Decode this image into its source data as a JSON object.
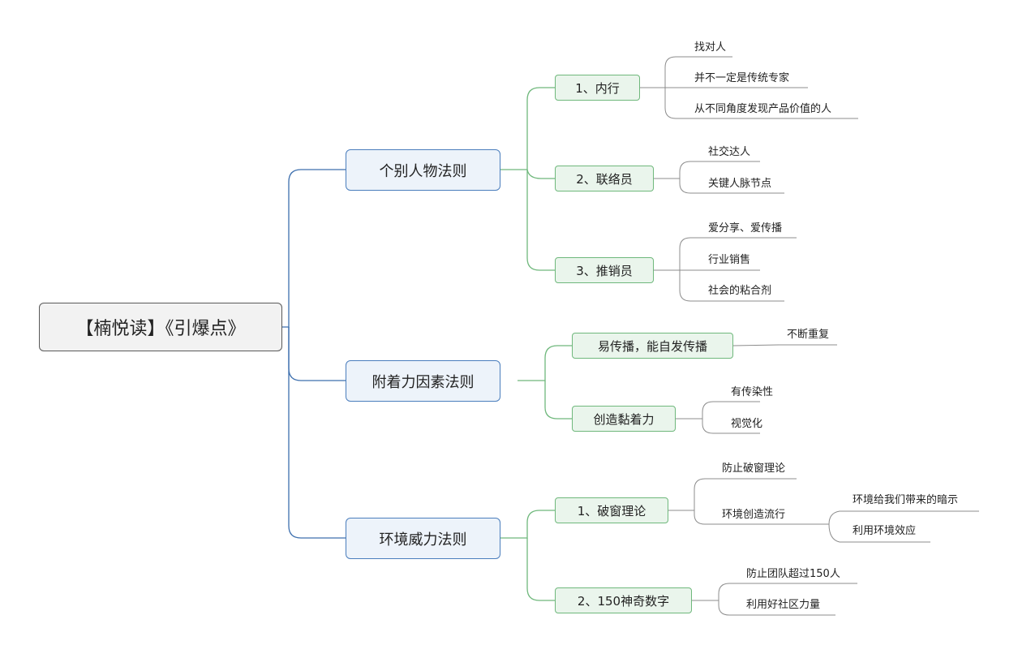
{
  "root": {
    "label": "【楠悦读】《引爆点》"
  },
  "branches": [
    {
      "label": "个别人物法则",
      "children": [
        {
          "label": "1、内行",
          "leaves": [
            "找对人",
            "并不一定是传统专家",
            "从不同角度发现产品价值的人"
          ]
        },
        {
          "label": "2、联络员",
          "leaves": [
            "社交达人",
            "关键人脉节点"
          ]
        },
        {
          "label": "3、推销员",
          "leaves": [
            "爱分享、爱传播",
            "行业销售",
            "社会的粘合剂"
          ]
        }
      ]
    },
    {
      "label": "附着力因素法则",
      "children": [
        {
          "label": "易传播，能自发传播",
          "leaves": [
            "不断重复"
          ]
        },
        {
          "label": "创造黏着力",
          "leaves": [
            "有传染性",
            "视觉化"
          ]
        }
      ]
    },
    {
      "label": "环境威力法则",
      "children": [
        {
          "label": "1、破窗理论",
          "leaves": [
            "防止破窗理论",
            "环境创造流行"
          ],
          "subleaves": [
            "环境给我们带来的暗示",
            "利用环境效应"
          ]
        },
        {
          "label": "2、150神奇数字",
          "leaves": [
            "防止团队超过150人",
            "利用好社区力量"
          ]
        }
      ]
    }
  ],
  "colors": {
    "root_line": "#3d6fae",
    "branch_line": "#6fb87c",
    "leaf_line": "#8c8c8c"
  }
}
